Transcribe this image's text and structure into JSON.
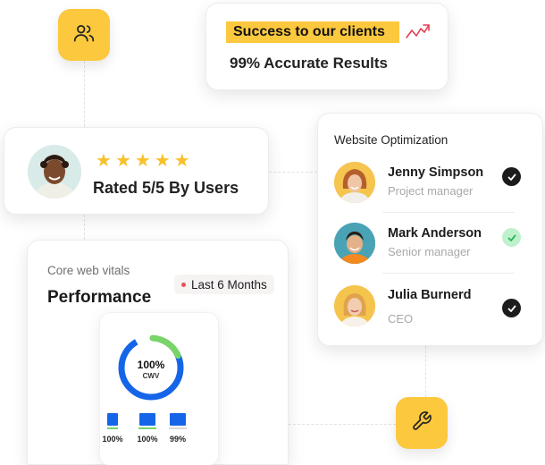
{
  "success_card": {
    "headline": "Success to our clients",
    "accuracy": "99% Accurate Results"
  },
  "rating_card": {
    "stars": [
      "★",
      "★",
      "★",
      "★",
      "★"
    ],
    "rated": "Rated 5/5 By Users"
  },
  "optimization_card": {
    "title": "Website Optimization",
    "people": [
      {
        "name": "Jenny Simpson",
        "role": "Project manager",
        "checked": "dark"
      },
      {
        "name": "Mark Anderson",
        "role": "Senior manager",
        "checked": "green"
      },
      {
        "name": "Julia Burnerd",
        "role": "CEO",
        "checked": "dark"
      }
    ]
  },
  "performance_card": {
    "subtitle": "Core web vitals",
    "title": "Performance",
    "badge": "Last 6 Months",
    "donut_value": "100%",
    "donut_label": "CWV",
    "bars": [
      {
        "value": "100%"
      },
      {
        "value": "100%"
      },
      {
        "value": "99%"
      }
    ]
  },
  "icons": {
    "users": "users-icon",
    "wrench": "wrench-icon",
    "trend": "trending-up-icon"
  },
  "colors": {
    "accent_yellow": "#fcc83d",
    "blue": "#1565e8",
    "green": "#79d46a",
    "red_dot": "#e8505b"
  }
}
